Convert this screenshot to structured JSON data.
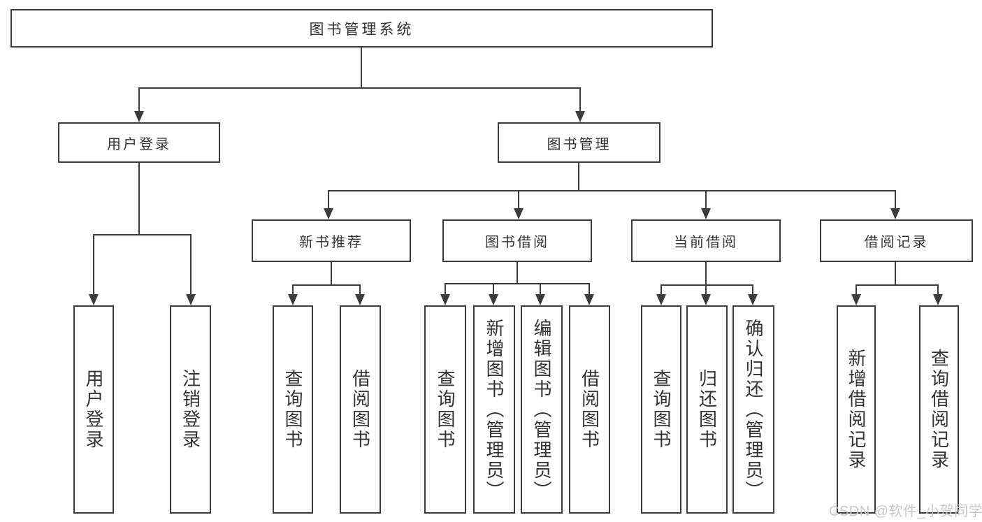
{
  "diagram": {
    "title": "图书管理系统",
    "root": {
      "label": "图书管理系统"
    },
    "level2": [
      {
        "label": "用户登录"
      },
      {
        "label": "图书管理"
      }
    ],
    "level3": [
      {
        "label": "新书推荐"
      },
      {
        "label": "图书借阅"
      },
      {
        "label": "当前借阅"
      },
      {
        "label": "借阅记录"
      }
    ],
    "leaves": {
      "user_login": [
        {
          "label": "用户登录"
        },
        {
          "label": "注销登录"
        }
      ],
      "new_book": [
        {
          "label": "查询图书"
        },
        {
          "label": "借阅图书"
        }
      ],
      "book_borrow": [
        {
          "label": "查询图书"
        },
        {
          "label": "新增图书（管理员）"
        },
        {
          "label": "编辑图书（管理员）"
        },
        {
          "label": "借阅图书"
        }
      ],
      "current_borrow": [
        {
          "label": "查询图书"
        },
        {
          "label": "归还图书"
        },
        {
          "label": "确认归还（管理员）"
        }
      ],
      "records": [
        {
          "label": "新增借阅记录"
        },
        {
          "label": "查询借阅记录"
        }
      ]
    },
    "watermark": "CSDN @软件_小贺同学",
    "colors": {
      "line": "#3b3b3b",
      "text": "#333333",
      "watermark": "#c7c7c7",
      "background": "#ffffff"
    }
  }
}
